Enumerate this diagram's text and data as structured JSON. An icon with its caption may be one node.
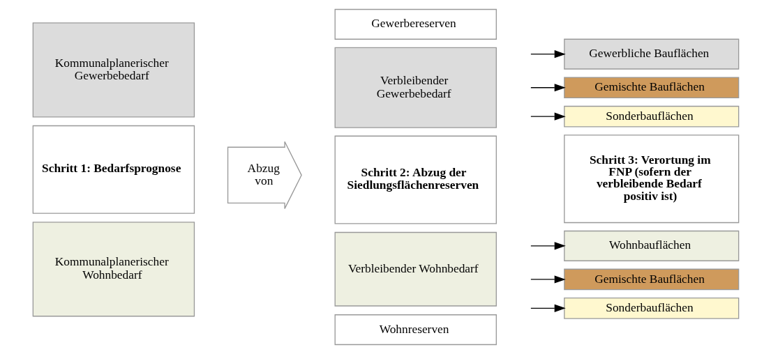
{
  "diagram": {
    "nodes": [
      {
        "text": [
          "Kommunalplanerischer Gewerbebedarf"
        ]
      },
      {
        "text": [
          "Gewerbereserven"
        ]
      },
      {
        "text": [
          "Verbleibender Gewerbebedarf"
        ]
      },
      {
        "text": [
          "Gewerbliche Bauflächen"
        ]
      },
      {
        "text": [
          "Gemischte Bauflächen"
        ]
      },
      {
        "text": [
          "Sonderbauflächen"
        ]
      },
      {
        "text": [
          "Schritt 1: Bedarfsprognose"
        ]
      },
      {
        "text": [
          "Abzug von"
        ]
      },
      {
        "text": [
          "Schritt 2: Abzug der Siedlungsflächenreserven"
        ]
      },
      {
        "text": [
          "Schritt 3: Verortung im FNP (sofern der verbleibende Bedarf positiv ist)"
        ]
      },
      {
        "text": [
          "Kommunalplanerischer Wohnbedarf"
        ]
      },
      {
        "text": [
          "Verbleibender Wohnbedarf"
        ]
      },
      {
        "text": [
          "Wohnreserven"
        ]
      },
      {
        "text": [
          "Wohnbauflächen"
        ]
      },
      {
        "text": [
          "Gemischte Bauflächen"
        ]
      },
      {
        "text": [
          "Sonderbauflächen"
        ]
      }
    ],
    "edges": [
      {
        "from": null,
        "to": 3,
        "arrow": "to"
      },
      {
        "from": null,
        "to": 4,
        "arrow": "to"
      },
      {
        "from": null,
        "to": 5,
        "arrow": "to"
      },
      {
        "from": null,
        "to": 13,
        "arrow": "to"
      },
      {
        "from": null,
        "to": 14,
        "arrow": "to"
      },
      {
        "from": null,
        "to": 15,
        "arrow": "to"
      }
    ]
  }
}
